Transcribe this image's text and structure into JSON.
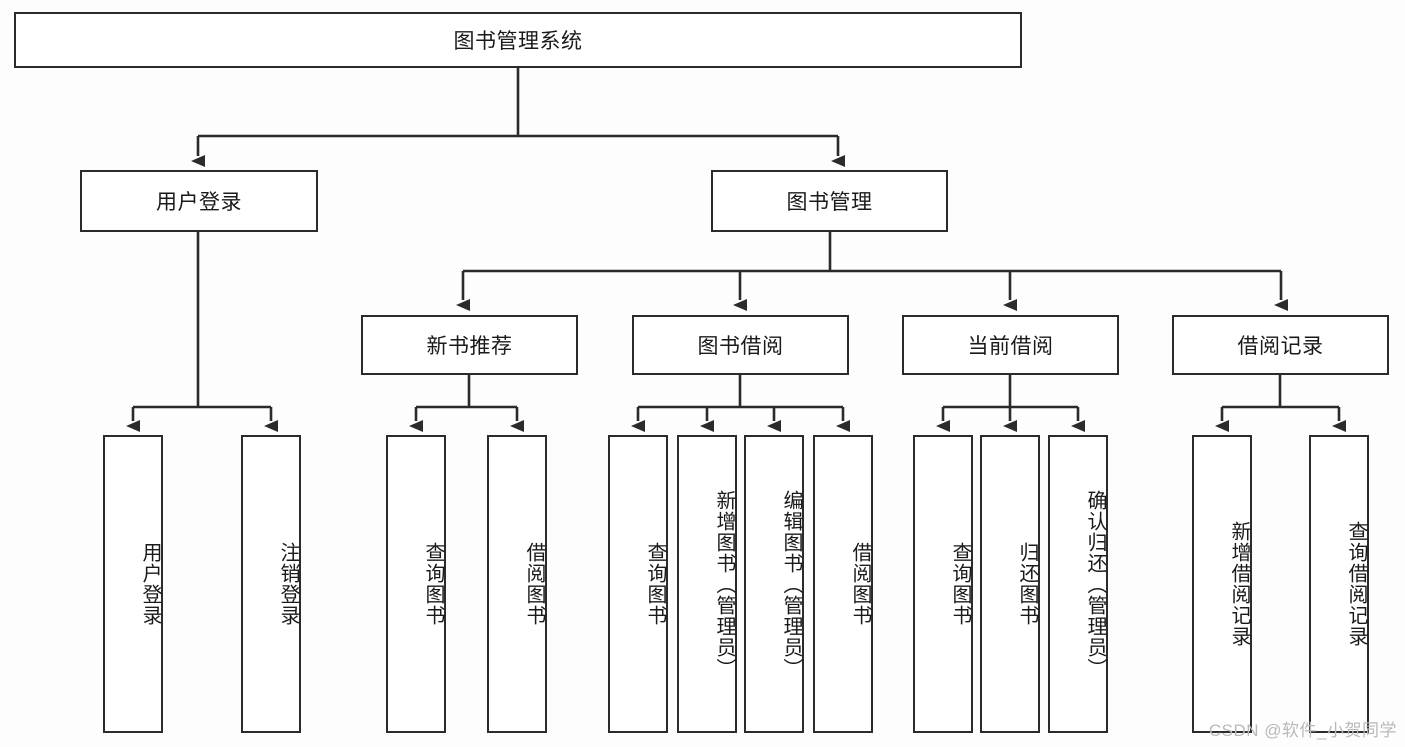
{
  "diagram": {
    "type": "tree-hierarchy-flowchart",
    "title_node": {
      "label": "图书管理系统"
    },
    "level2": [
      {
        "id": "user-login",
        "label": "用户登录"
      },
      {
        "id": "book-management",
        "label": "图书管理"
      }
    ],
    "level3": [
      {
        "id": "new-book-recommend",
        "label": "新书推荐",
        "parent": "book-management"
      },
      {
        "id": "book-borrow",
        "label": "图书借阅",
        "parent": "book-management"
      },
      {
        "id": "current-borrow",
        "label": "当前借阅",
        "parent": "book-management"
      },
      {
        "id": "borrow-record",
        "label": "借阅记录",
        "parent": "book-management"
      }
    ],
    "leaves": {
      "user-login": [
        {
          "id": "leaf-user-login",
          "label": "用户登录"
        },
        {
          "id": "leaf-logout-login",
          "label": "注销登录"
        }
      ],
      "new-book-recommend": [
        {
          "id": "leaf-query-book-1",
          "label": "查询图书"
        },
        {
          "id": "leaf-borrow-book-1",
          "label": "借阅图书"
        }
      ],
      "book-borrow": [
        {
          "id": "leaf-query-book-2",
          "label": "查询图书"
        },
        {
          "id": "leaf-add-book",
          "label": "新增图书（管理员）"
        },
        {
          "id": "leaf-edit-book",
          "label": "编辑图书（管理员）"
        },
        {
          "id": "leaf-borrow-book-2",
          "label": "借阅图书"
        }
      ],
      "current-borrow": [
        {
          "id": "leaf-query-book-3",
          "label": "查询图书"
        },
        {
          "id": "leaf-return-book",
          "label": "归还图书"
        },
        {
          "id": "leaf-confirm-return",
          "label": "确认归还（管理员）"
        }
      ],
      "borrow-record": [
        {
          "id": "leaf-add-record",
          "label": "新增借阅记录"
        },
        {
          "id": "leaf-query-record",
          "label": "查询借阅记录"
        }
      ]
    },
    "colors": {
      "box_border": "#2b2b2b",
      "box_fill": "#ffffff",
      "edge": "#2b2b2b",
      "text": "#1a1a1a",
      "background": "#fdfdfd",
      "watermark": "#b9b9b9"
    }
  },
  "watermark": {
    "text": "CSDN @软件_小贺同学"
  }
}
